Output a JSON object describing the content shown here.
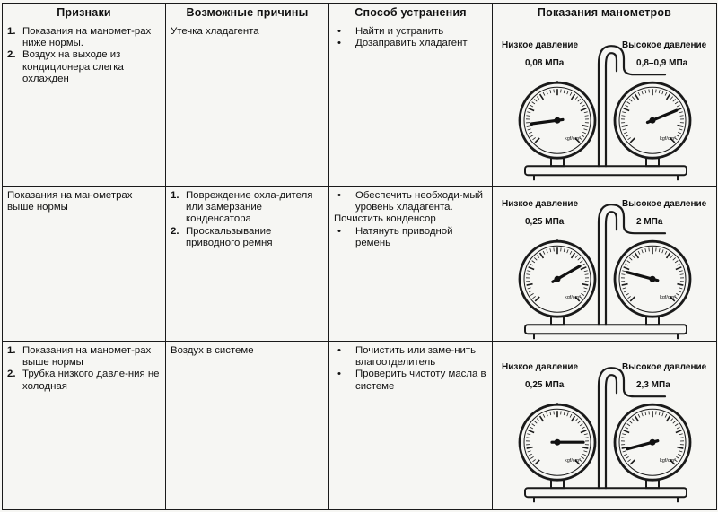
{
  "headers": [
    "Признаки",
    "Возможные причины",
    "Способ устранения",
    "Показания манометров"
  ],
  "rows": [
    {
      "symptoms": [
        {
          "num": "1.",
          "text": "Показания на маномет-рах ниже нормы."
        },
        {
          "num": "2.",
          "text": "Воздух на выходе из кондиционера слегка охлажден"
        }
      ],
      "causes": [
        {
          "num": "",
          "text": "Утечка хладагента"
        }
      ],
      "remedies": [
        {
          "bullet": "•",
          "text": "Найти и устранить"
        },
        {
          "bullet": "•",
          "text": "Дозаправить хладагент"
        }
      ],
      "gauges": {
        "low_label": "Низкое давление",
        "high_label": "Высокое давление",
        "low_value": "0,08 МПа",
        "high_value": "0,8–0,9 МПа",
        "low_needle_deg": 25,
        "high_needle_deg": 135
      }
    },
    {
      "symptoms": [
        {
          "num": "",
          "text": "Показания на манометрах выше нормы"
        }
      ],
      "causes": [
        {
          "num": "1.",
          "text": "Повреждение охла-дителя или замерзание конденсатора"
        },
        {
          "num": "2.",
          "text": "Проскальзывание приводного ремня"
        }
      ],
      "remedies": [
        {
          "bullet": "•",
          "text": "Обеспечить необходи-мый уровень хладагента."
        },
        {
          "bullet": "",
          "text": "Почистить конденсор"
        },
        {
          "bullet": "•",
          "text": "Натянуть приводной ремень"
        }
      ],
      "gauges": {
        "low_label": "Низкое давление",
        "high_label": "Высокое давление",
        "low_value": "0,25 МПа",
        "high_value": "2 МПа",
        "low_needle_deg": 130,
        "high_needle_deg": 40
      }
    },
    {
      "symptoms": [
        {
          "num": "1.",
          "text": "Показания на маномет-рах выше нормы"
        },
        {
          "num": "2.",
          "text": "Трубка низкого давле-ния не холодная"
        }
      ],
      "causes": [
        {
          "num": "",
          "text": "Воздух в системе"
        }
      ],
      "remedies": [
        {
          "bullet": "•",
          "text": "Почистить или заме-нить влагоотделитель"
        },
        {
          "bullet": "•",
          "text": "Проверить чистоту масла в системе"
        }
      ],
      "gauges": {
        "low_label": "Низкое давление",
        "high_label": "Высокое давление",
        "low_value": "0,25 МПа",
        "high_value": "2,3 МПа",
        "low_needle_deg": 150,
        "high_needle_deg": 20
      }
    }
  ],
  "gauge_scale_labels": [
    "kgf/cm²"
  ],
  "colors": {
    "ink": "#1a1a1a",
    "paper": "#f6f6f3"
  }
}
